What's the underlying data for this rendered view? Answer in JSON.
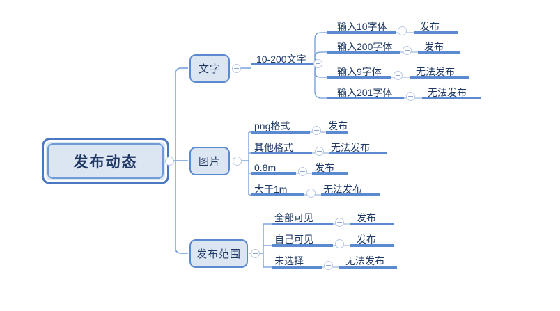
{
  "diagram": {
    "type": "mind-map",
    "title": "发布动态",
    "colors": {
      "node_fill": "#dce6f2",
      "node_border": "#5b8ad0",
      "root_border": "#4a77c4",
      "text": "#1f3864",
      "wire": "#6f9bd8",
      "underline": "#5b8ad0",
      "background": "#ffffff"
    },
    "root": {
      "label": "发布动态",
      "toggle": "collapse-toggle-icon"
    },
    "branches": [
      {
        "label": "文字",
        "toggle": "collapse-toggle-icon",
        "condition": {
          "label": "10-200文字",
          "toggle": "collapse-toggle-icon"
        },
        "leaves": [
          {
            "input": "输入10字体",
            "toggle": "collapse-toggle-icon",
            "result": "发布"
          },
          {
            "input": "输入200字体",
            "toggle": "collapse-toggle-icon",
            "result": "发布"
          },
          {
            "input": "输入9字体",
            "toggle": "collapse-toggle-icon",
            "result": "无法发布"
          },
          {
            "input": "输入201字体",
            "toggle": "collapse-toggle-icon",
            "result": "无法发布"
          }
        ]
      },
      {
        "label": "图片",
        "toggle": "collapse-toggle-icon",
        "leaves": [
          {
            "input": "png格式",
            "toggle": "collapse-toggle-icon",
            "result": "发布"
          },
          {
            "input": "其他格式",
            "toggle": "collapse-toggle-icon",
            "result": "无法发布"
          },
          {
            "input": "0.8m",
            "toggle": "collapse-toggle-icon",
            "result": "发布"
          },
          {
            "input": "大于1m",
            "toggle": "collapse-toggle-icon",
            "result": "无法发布"
          }
        ]
      },
      {
        "label": "发布范围",
        "toggle": "collapse-toggle-icon",
        "leaves": [
          {
            "input": "全部可见",
            "toggle": "collapse-toggle-icon",
            "result": "发布"
          },
          {
            "input": "自己可见",
            "toggle": "collapse-toggle-icon",
            "result": "发布"
          },
          {
            "input": "未选择",
            "toggle": "collapse-toggle-icon",
            "result": "无法发布"
          }
        ]
      }
    ]
  }
}
